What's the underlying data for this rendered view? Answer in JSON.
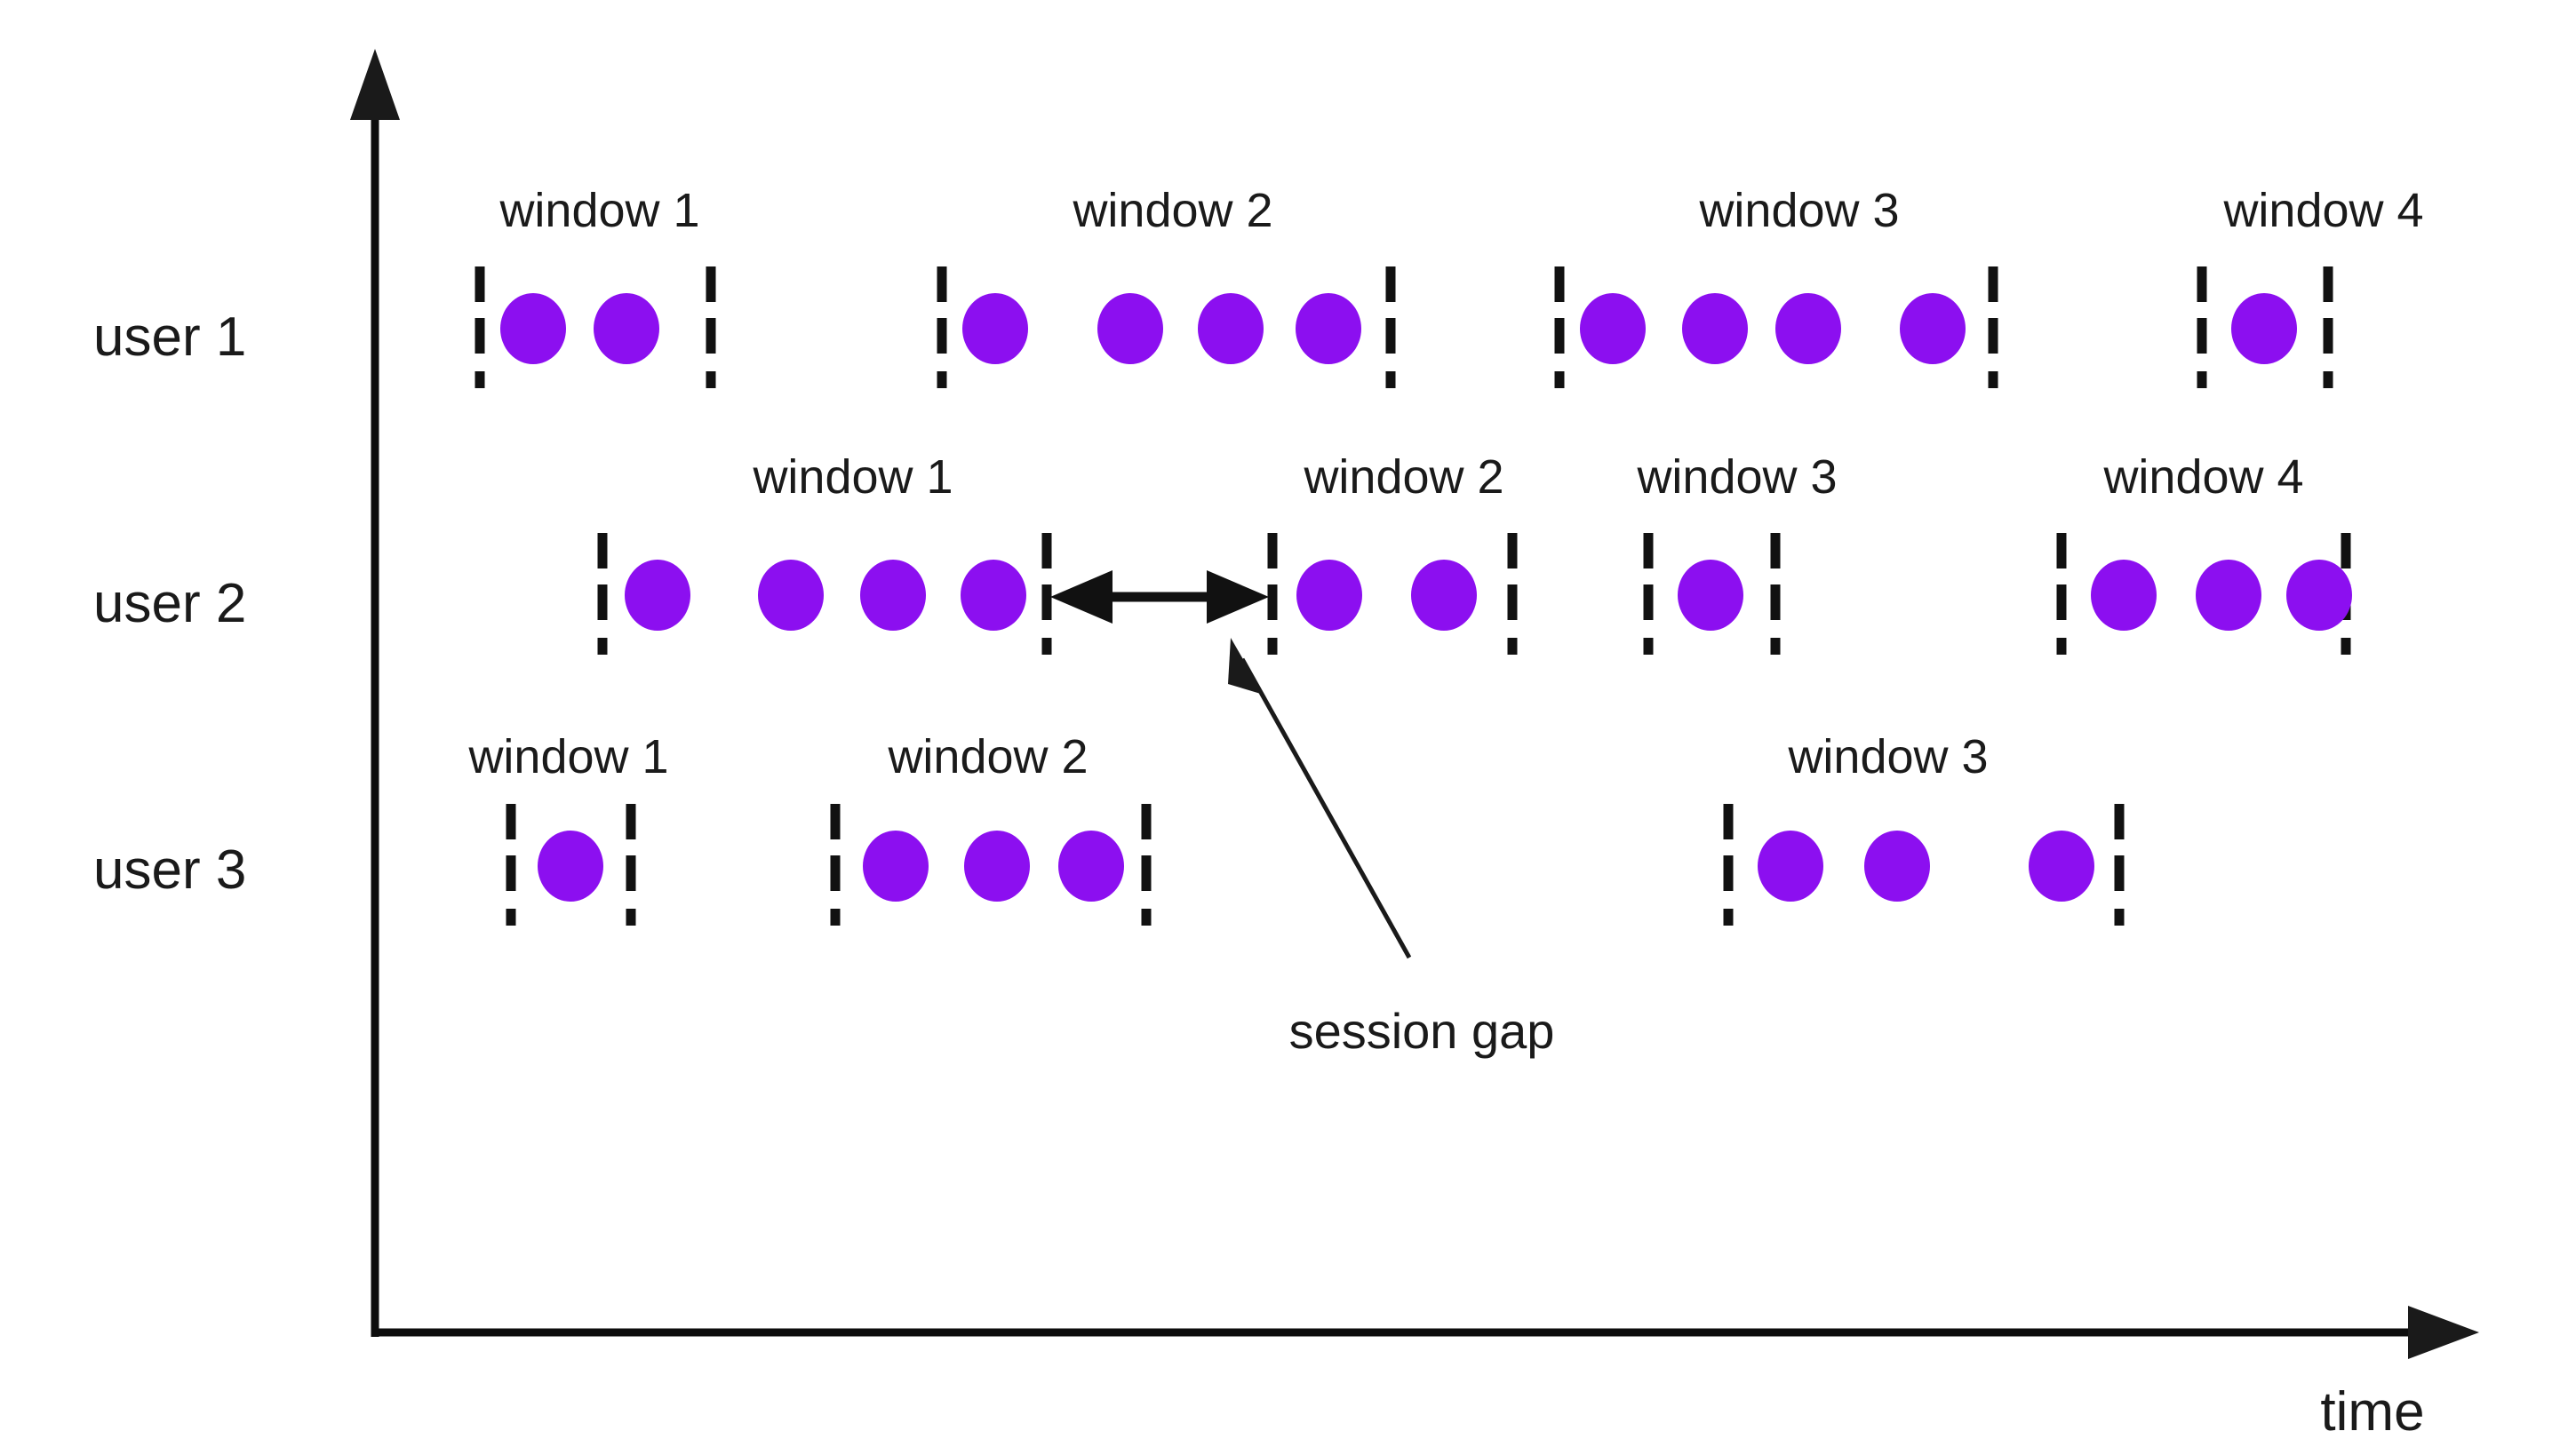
{
  "figure": {
    "title": "",
    "background_color": "#ffffff",
    "dot_color": "#8c0ff0",
    "line_color": "#111111",
    "text_color": "#1a1a1a"
  },
  "axes": {
    "x_axis_label": "time",
    "y_axis_label": "",
    "x_axis_arrow": "right-arrow",
    "y_axis_arrow": "up-arrow"
  },
  "annotations": {
    "session_gap": {
      "label": "session gap",
      "marker": "double-headed-arrow"
    }
  },
  "rows": [
    {
      "label": "user 1",
      "windows": [
        {
          "label": "window 1",
          "event_count": 2
        },
        {
          "label": "window 2",
          "event_count": 4
        },
        {
          "label": "window 3",
          "event_count": 4
        },
        {
          "label": "window 4",
          "event_count": 1
        }
      ]
    },
    {
      "label": "user 2",
      "windows": [
        {
          "label": "window 1",
          "event_count": 4
        },
        {
          "label": "window 2",
          "event_count": 2
        },
        {
          "label": "window 3",
          "event_count": 1
        },
        {
          "label": "window 4",
          "event_count": 3
        }
      ]
    },
    {
      "label": "user 3",
      "windows": [
        {
          "label": "window 1",
          "event_count": 1
        },
        {
          "label": "window 2",
          "event_count": 3
        },
        {
          "label": "window 3",
          "event_count": 3
        }
      ]
    }
  ],
  "chart_data": {
    "type": "scatter",
    "title": "Sessionization windows per user over time",
    "xlabel": "time",
    "ylabel": "",
    "grid": false,
    "legend": "none",
    "categories": [
      "user 1",
      "user 2",
      "user 3"
    ],
    "series": [
      {
        "name": "user 1",
        "y": 1,
        "windows": [
          {
            "label": "window 1",
            "start": 540,
            "end": 800,
            "events": [
              600,
              705
            ]
          },
          {
            "label": "window 2",
            "start": 1060,
            "end": 1565,
            "events": [
              1120,
              1270,
              1385,
              1490
            ]
          },
          {
            "label": "window 3",
            "start": 1755,
            "end": 2265,
            "events": [
              1820,
              1935,
              2040,
              2185
            ]
          },
          {
            "label": "window 4",
            "start": 2475,
            "end": 2620,
            "events": [
              2545
            ]
          }
        ]
      },
      {
        "name": "user 2",
        "y": 2,
        "windows": [
          {
            "label": "window 1",
            "start": 685,
            "end": 1180,
            "events": [
              745,
              895,
              1010,
              1120
            ]
          },
          {
            "label": "window 2",
            "start": 1430,
            "end": 1700,
            "events": [
              1495,
              1625
            ]
          },
          {
            "label": "window 3",
            "start": 1855,
            "end": 2000,
            "events": [
              1920
            ]
          },
          {
            "label": "window 4",
            "start": 2320,
            "end": 2620,
            "events": [
              2385,
              2500,
              2605
            ]
          }
        ]
      },
      {
        "name": "user 3",
        "y": 3,
        "windows": [
          {
            "label": "window 1",
            "start": 570,
            "end": 710,
            "events": [
              640
            ]
          },
          {
            "label": "window 2",
            "start": 925,
            "end": 1290,
            "events": [
              1000,
              1120,
              1230
            ]
          },
          {
            "label": "window 3",
            "start": 1945,
            "end": 2300,
            "events": [
              2010,
              2130,
              2260
            ]
          }
        ]
      }
    ],
    "annotations": [
      {
        "text": "session gap",
        "type": "double-headed-arrow",
        "from_x": 1180,
        "to_x": 1430,
        "y": 2
      }
    ]
  }
}
